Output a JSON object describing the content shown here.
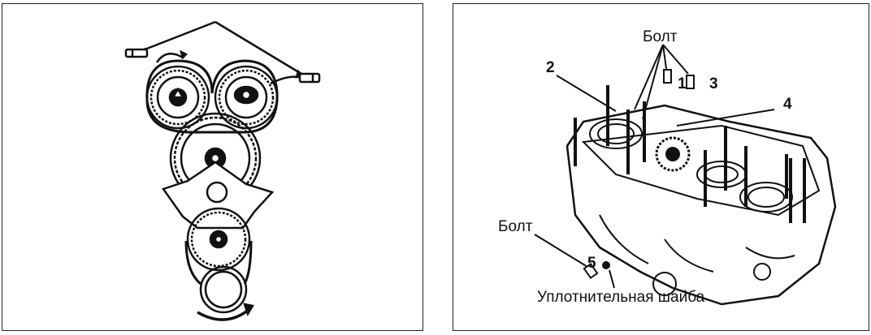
{
  "figure": {
    "right": {
      "label_bolt_top": "Болт",
      "label_bolt_left": "Болт",
      "label_washer": "Уплотнительная шайба",
      "callouts": [
        "1",
        "2",
        "3",
        "4",
        "5"
      ]
    }
  }
}
